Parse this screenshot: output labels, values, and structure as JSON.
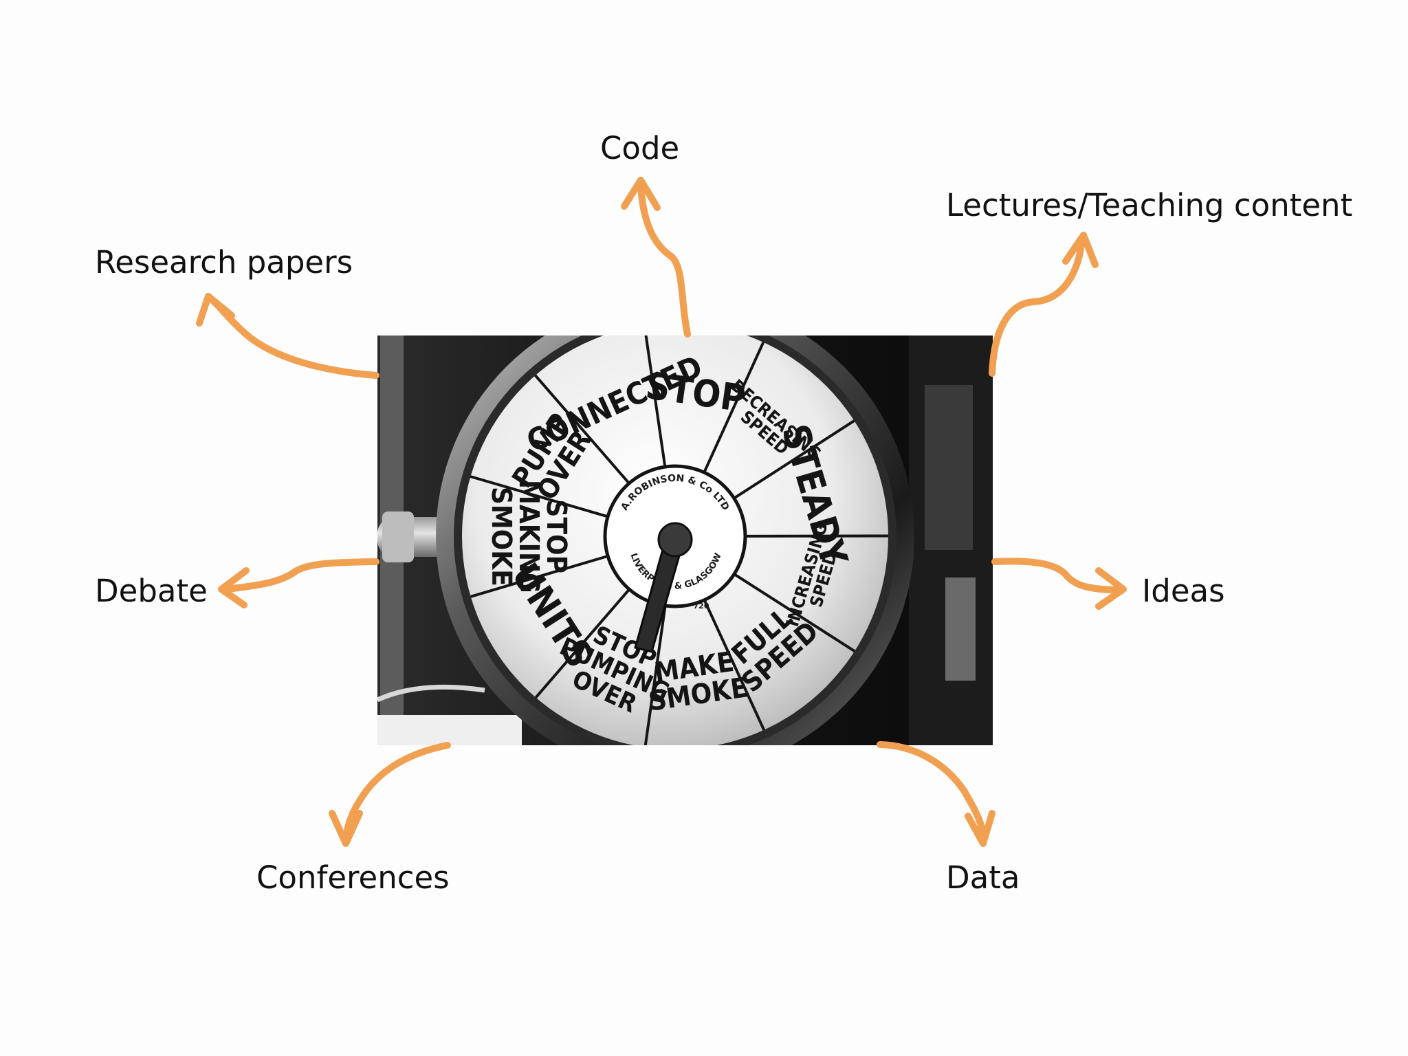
{
  "center": {
    "photo": {
      "dial_sectors": [
        [
          "CONNECTED"
        ],
        [
          "STOP"
        ],
        [
          "DECREASING",
          "SPEED"
        ],
        [
          "STEADY"
        ],
        [
          "INCREASING",
          "SPEED"
        ],
        [
          "FULL",
          "SPEED"
        ],
        [
          "MAKE",
          "SMOKE"
        ],
        [
          "STOP",
          "PUMPING",
          "OVER"
        ],
        [
          "UNITS"
        ],
        [
          "STOP",
          "MAKING",
          "SMOKE"
        ],
        [
          "PUMP",
          "OVER"
        ]
      ],
      "maker_top": "A.ROBINSON & Co LTD",
      "maker_bottom": "LIVERPOOL & GLASGOW",
      "serial": "720"
    }
  },
  "outputs": [
    {
      "id": "code",
      "label": "Code"
    },
    {
      "id": "lectures",
      "label": "Lectures/Teaching content"
    },
    {
      "id": "research",
      "label": "Research papers"
    },
    {
      "id": "debate",
      "label": "Debate"
    },
    {
      "id": "ideas",
      "label": "Ideas"
    },
    {
      "id": "conferences",
      "label": "Conferences"
    },
    {
      "id": "data",
      "label": "Data"
    }
  ],
  "colors": {
    "arrow": "#F0A050",
    "label_text": "#111111",
    "background": "#FDFDFD"
  }
}
